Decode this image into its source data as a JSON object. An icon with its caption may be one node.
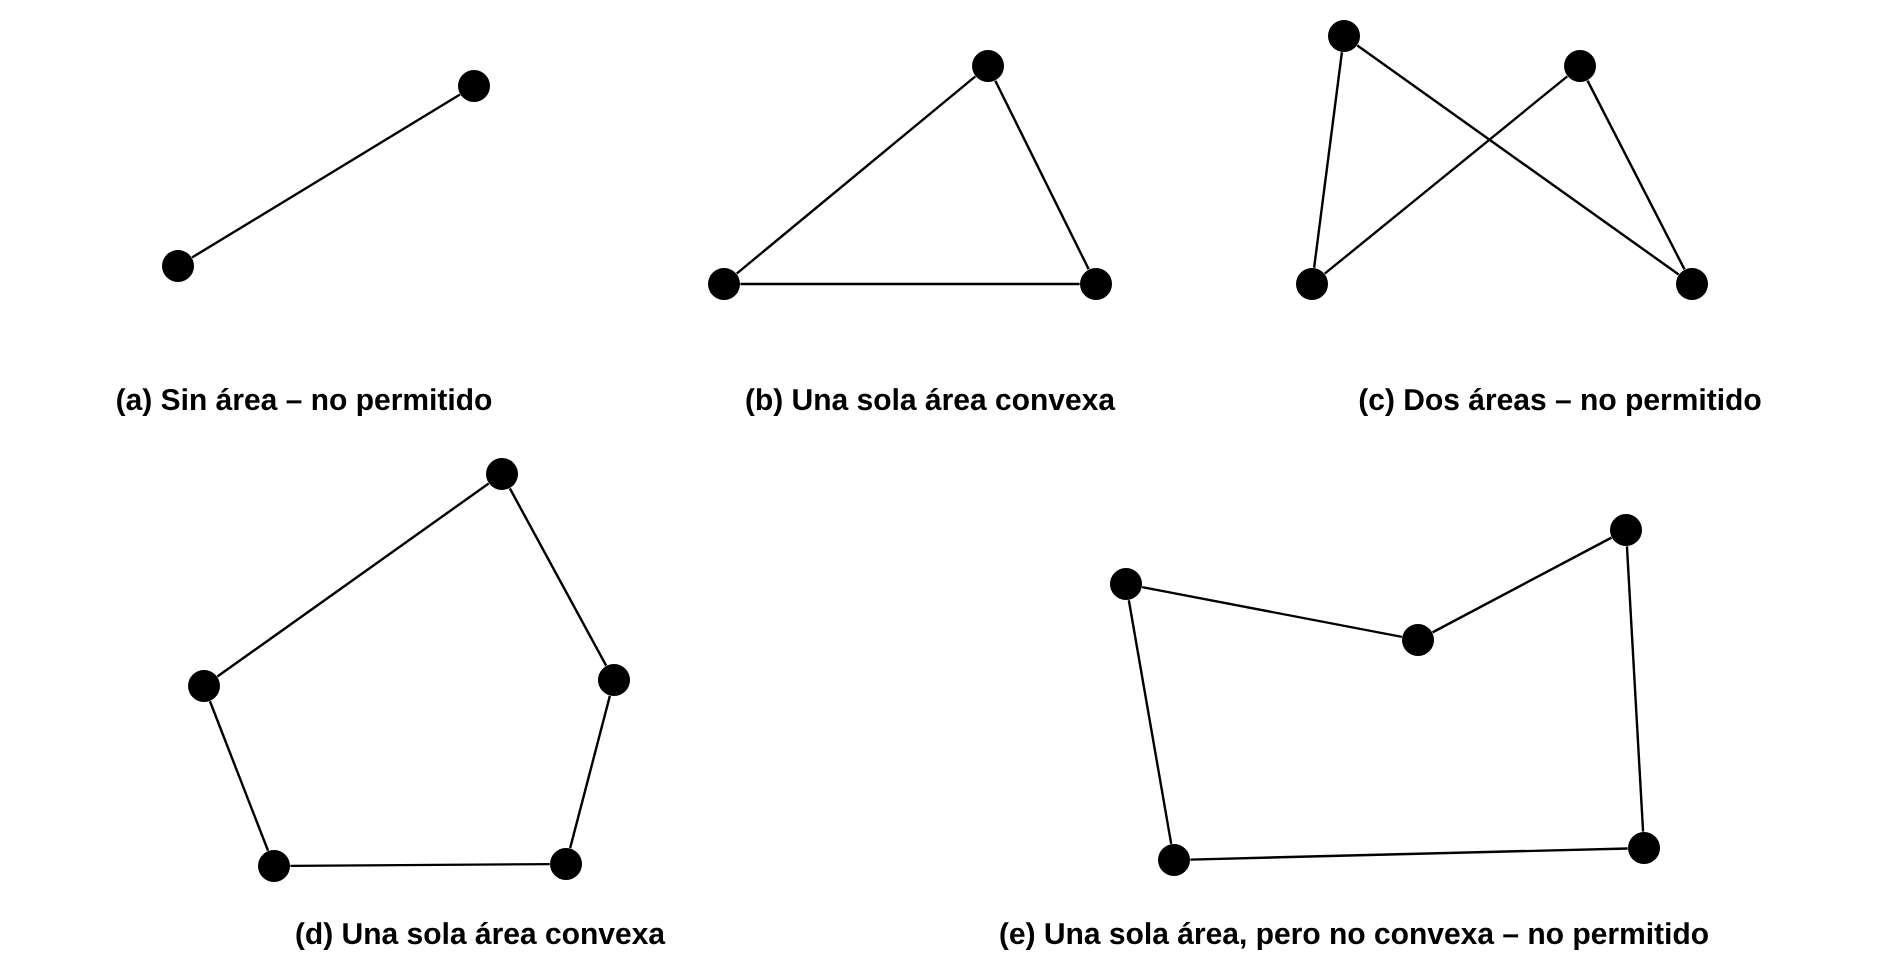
{
  "diagram": {
    "nodes": [
      {
        "text": [],
        "shape": "circle"
      },
      {
        "text": [],
        "shape": "circle"
      },
      {
        "text": [],
        "shape": "circle"
      },
      {
        "text": [],
        "shape": "circle"
      },
      {
        "text": [],
        "shape": "circle"
      },
      {
        "text": [],
        "shape": "circle"
      },
      {
        "text": [],
        "shape": "circle"
      },
      {
        "text": [],
        "shape": "circle"
      },
      {
        "text": [],
        "shape": "circle"
      },
      {
        "text": [],
        "shape": "circle"
      },
      {
        "text": [],
        "shape": "circle"
      },
      {
        "text": [],
        "shape": "circle"
      },
      {
        "text": [],
        "shape": "circle"
      },
      {
        "text": [],
        "shape": "circle"
      },
      {
        "text": [],
        "shape": "circle"
      },
      {
        "text": [],
        "shape": "circle"
      },
      {
        "text": [],
        "shape": "circle"
      },
      {
        "text": [],
        "shape": "circle"
      },
      {
        "text": [],
        "shape": "circle"
      }
    ],
    "edges": [
      {
        "from": 0,
        "to": 1,
        "arrow": "none"
      },
      {
        "from": 2,
        "to": 3,
        "arrow": "none"
      },
      {
        "from": 2,
        "to": 4,
        "arrow": "none"
      },
      {
        "from": 3,
        "to": 4,
        "arrow": "none"
      },
      {
        "from": 5,
        "to": 7,
        "arrow": "none"
      },
      {
        "from": 5,
        "to": 8,
        "arrow": "none"
      },
      {
        "from": 6,
        "to": 7,
        "arrow": "none"
      },
      {
        "from": 6,
        "to": 8,
        "arrow": "none"
      },
      {
        "from": 9,
        "to": 10,
        "arrow": "none"
      },
      {
        "from": 9,
        "to": 11,
        "arrow": "none"
      },
      {
        "from": 10,
        "to": 12,
        "arrow": "none"
      },
      {
        "from": 11,
        "to": 13,
        "arrow": "none"
      },
      {
        "from": 12,
        "to": 13,
        "arrow": "none"
      },
      {
        "from": 14,
        "to": 16,
        "arrow": "none"
      },
      {
        "from": 16,
        "to": 15,
        "arrow": "none"
      },
      {
        "from": 15,
        "to": 18,
        "arrow": "none"
      },
      {
        "from": 18,
        "to": 17,
        "arrow": "none"
      },
      {
        "from": 17,
        "to": 14,
        "arrow": "none"
      }
    ],
    "labels": [
      "(a) Sin área – no permitido",
      "(b) Una sola área convexa",
      "(c) Dos áreas – no permitido",
      "(d) Una sola área convexa",
      "(e) Una sola área, pero no convexa – no permitido"
    ]
  }
}
